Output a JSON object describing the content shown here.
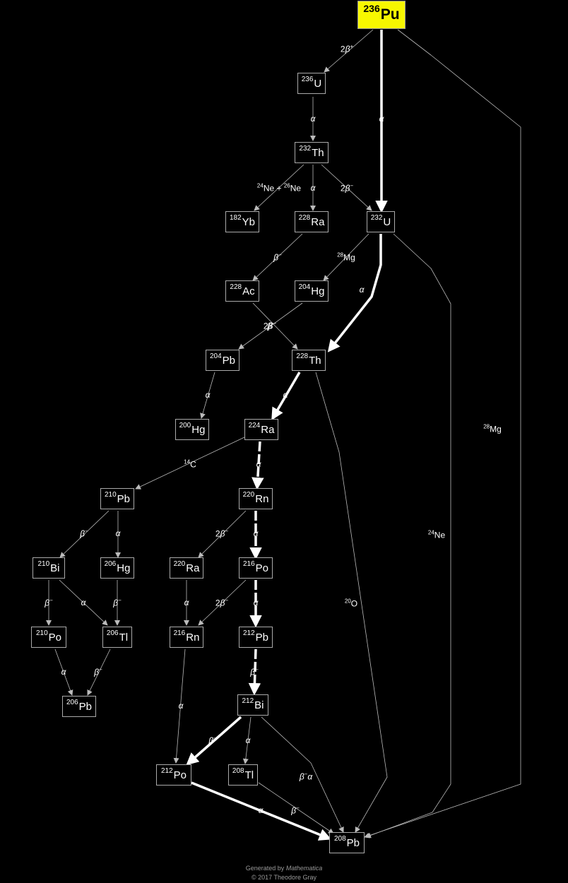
{
  "nodes": [
    {
      "id": "Pu236",
      "mass": "236",
      "symbol": "Pu",
      "root": true
    },
    {
      "id": "U236",
      "mass": "236",
      "symbol": "U"
    },
    {
      "id": "Th232",
      "mass": "232",
      "symbol": "Th"
    },
    {
      "id": "Yb182",
      "mass": "182",
      "symbol": "Yb"
    },
    {
      "id": "Ra228",
      "mass": "228",
      "symbol": "Ra"
    },
    {
      "id": "U232",
      "mass": "232",
      "symbol": "U"
    },
    {
      "id": "Ac228",
      "mass": "228",
      "symbol": "Ac"
    },
    {
      "id": "Hg204",
      "mass": "204",
      "symbol": "Hg"
    },
    {
      "id": "Pb204",
      "mass": "204",
      "symbol": "Pb"
    },
    {
      "id": "Th228",
      "mass": "228",
      "symbol": "Th"
    },
    {
      "id": "Hg200",
      "mass": "200",
      "symbol": "Hg"
    },
    {
      "id": "Ra224",
      "mass": "224",
      "symbol": "Ra"
    },
    {
      "id": "Pb210",
      "mass": "210",
      "symbol": "Pb"
    },
    {
      "id": "Rn220",
      "mass": "220",
      "symbol": "Rn"
    },
    {
      "id": "Bi210",
      "mass": "210",
      "symbol": "Bi"
    },
    {
      "id": "Hg206",
      "mass": "206",
      "symbol": "Hg"
    },
    {
      "id": "Ra220",
      "mass": "220",
      "symbol": "Ra"
    },
    {
      "id": "Po216",
      "mass": "216",
      "symbol": "Po"
    },
    {
      "id": "Po210",
      "mass": "210",
      "symbol": "Po"
    },
    {
      "id": "Tl206",
      "mass": "206",
      "symbol": "Tl"
    },
    {
      "id": "Rn216",
      "mass": "216",
      "symbol": "Rn"
    },
    {
      "id": "Pb212",
      "mass": "212",
      "symbol": "Pb"
    },
    {
      "id": "Pb206",
      "mass": "206",
      "symbol": "Pb"
    },
    {
      "id": "Bi212",
      "mass": "212",
      "symbol": "Bi"
    },
    {
      "id": "Po212",
      "mass": "212",
      "symbol": "Po"
    },
    {
      "id": "Tl208",
      "mass": "208",
      "symbol": "Tl"
    },
    {
      "id": "Pb208",
      "mass": "208",
      "symbol": "Pb"
    }
  ],
  "edges": [
    {
      "from": "Pu236",
      "to": "U236",
      "label": "2β+",
      "main": false
    },
    {
      "from": "Pu236",
      "to": "U232",
      "label": "α",
      "main": true
    },
    {
      "from": "Pu236",
      "to": "Pb208",
      "label": "28Mg",
      "main": false
    },
    {
      "from": "U236",
      "to": "Th232",
      "label": "α",
      "main": false
    },
    {
      "from": "Th232",
      "to": "Yb182",
      "label": "24Ne + 26Ne",
      "main": false
    },
    {
      "from": "Th232",
      "to": "Ra228",
      "label": "α",
      "main": false
    },
    {
      "from": "Th232",
      "to": "U232",
      "label": "2β−",
      "main": false
    },
    {
      "from": "Ra228",
      "to": "Ac228",
      "label": "β−",
      "main": false
    },
    {
      "from": "U232",
      "to": "Hg204",
      "label": "28Mg",
      "main": false
    },
    {
      "from": "U232",
      "to": "Th228",
      "label": "α",
      "main": true
    },
    {
      "from": "U232",
      "to": "Pb208",
      "label": "24Ne",
      "main": false
    },
    {
      "from": "Ac228",
      "to": "Th228",
      "label": "β−",
      "main": false
    },
    {
      "from": "Hg204",
      "to": "Pb204",
      "label": "2β−",
      "main": false
    },
    {
      "from": "Pb204",
      "to": "Hg200",
      "label": "α",
      "main": false
    },
    {
      "from": "Th228",
      "to": "Ra224",
      "label": "α",
      "main": true
    },
    {
      "from": "Th228",
      "to": "Pb208",
      "label": "20O",
      "main": false
    },
    {
      "from": "Ra224",
      "to": "Pb210",
      "label": "14C",
      "main": false
    },
    {
      "from": "Ra224",
      "to": "Rn220",
      "label": "α",
      "main": true
    },
    {
      "from": "Pb210",
      "to": "Bi210",
      "label": "β−",
      "main": false
    },
    {
      "from": "Pb210",
      "to": "Hg206",
      "label": "α",
      "main": false
    },
    {
      "from": "Rn220",
      "to": "Ra220",
      "label": "2β−",
      "main": false
    },
    {
      "from": "Rn220",
      "to": "Po216",
      "label": "α",
      "main": true
    },
    {
      "from": "Bi210",
      "to": "Po210",
      "label": "β−",
      "main": false
    },
    {
      "from": "Bi210",
      "to": "Tl206",
      "label": "α",
      "main": false
    },
    {
      "from": "Hg206",
      "to": "Tl206",
      "label": "β−",
      "main": false
    },
    {
      "from": "Ra220",
      "to": "Rn216",
      "label": "α",
      "main": false
    },
    {
      "from": "Po216",
      "to": "Rn216",
      "label": "2β−",
      "main": false
    },
    {
      "from": "Po216",
      "to": "Pb212",
      "label": "α",
      "main": true
    },
    {
      "from": "Po210",
      "to": "Pb206",
      "label": "α",
      "main": false
    },
    {
      "from": "Tl206",
      "to": "Pb206",
      "label": "β−",
      "main": false
    },
    {
      "from": "Pb212",
      "to": "Bi212",
      "label": "β−",
      "main": true
    },
    {
      "from": "Rn216",
      "to": "Po212",
      "label": "α",
      "main": false
    },
    {
      "from": "Bi212",
      "to": "Po212",
      "label": "β−",
      "main": true
    },
    {
      "from": "Bi212",
      "to": "Tl208",
      "label": "α",
      "main": false
    },
    {
      "from": "Bi212",
      "to": "Pb208",
      "label": "β−α",
      "main": false
    },
    {
      "from": "Po212",
      "to": "Pb208",
      "label": "α",
      "main": true
    },
    {
      "from": "Tl208",
      "to": "Pb208",
      "label": "β−",
      "main": false
    }
  ],
  "footer": {
    "generated_prefix": "Generated by ",
    "generated_app": "Mathematica",
    "copyright": "© 2017 Theodore Gray"
  },
  "colors": {
    "root_fill": "#f7f700",
    "edge": "#ffffff",
    "thin_edge": "#bbbbbb",
    "background": "#000000"
  }
}
